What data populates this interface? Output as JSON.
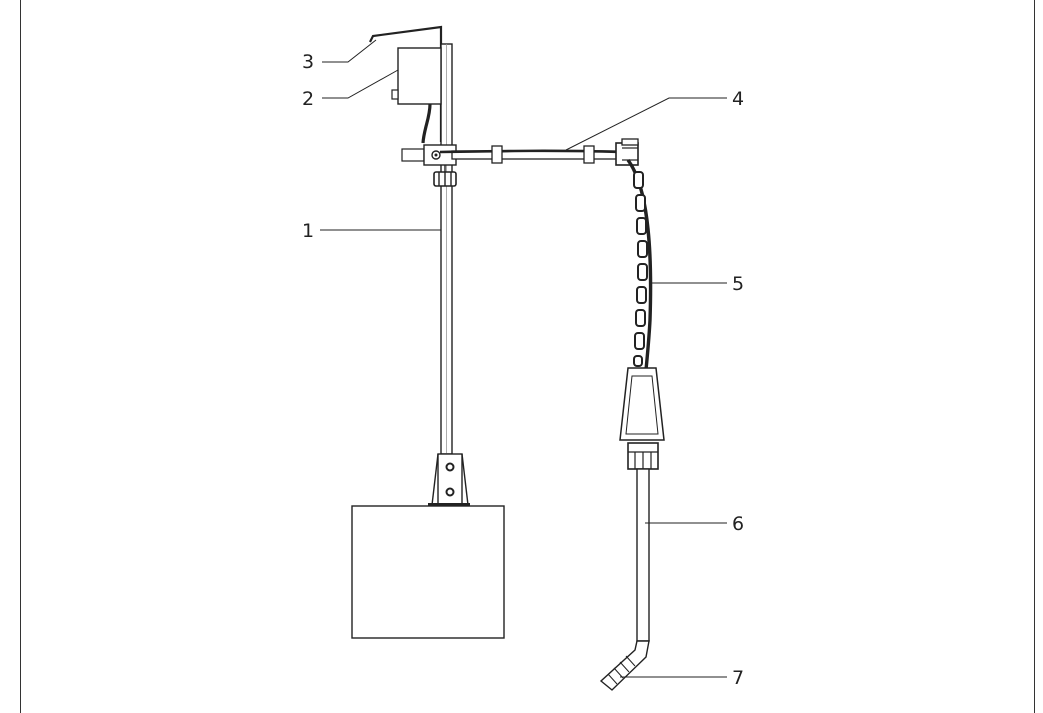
{
  "figure": {
    "callouts": [
      {
        "id": "item-1",
        "label": "1"
      },
      {
        "id": "item-2",
        "label": "2"
      },
      {
        "id": "item-3",
        "label": "3"
      },
      {
        "id": "item-4",
        "label": "4"
      },
      {
        "id": "item-5",
        "label": "5"
      },
      {
        "id": "item-6",
        "label": "6"
      },
      {
        "id": "item-7",
        "label": "7"
      }
    ]
  }
}
